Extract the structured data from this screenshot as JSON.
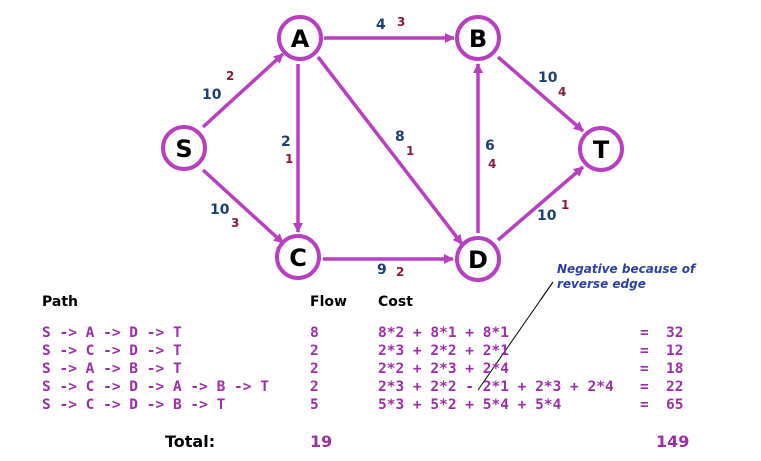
{
  "graph": {
    "nodes": [
      {
        "id": "S",
        "label": "S"
      },
      {
        "id": "A",
        "label": "A"
      },
      {
        "id": "B",
        "label": "B"
      },
      {
        "id": "C",
        "label": "C"
      },
      {
        "id": "D",
        "label": "D"
      },
      {
        "id": "T",
        "label": "T"
      }
    ],
    "edges": [
      {
        "from": "S",
        "to": "A",
        "capacity": "10",
        "cost": "2"
      },
      {
        "from": "S",
        "to": "C",
        "capacity": "10",
        "cost": "3"
      },
      {
        "from": "A",
        "to": "B",
        "capacity": "4",
        "cost": "3"
      },
      {
        "from": "A",
        "to": "C",
        "capacity": "2",
        "cost": "1"
      },
      {
        "from": "A",
        "to": "D",
        "capacity": "8",
        "cost": "1"
      },
      {
        "from": "B",
        "to": "T",
        "capacity": "10",
        "cost": "4"
      },
      {
        "from": "D",
        "to": "B",
        "capacity": "6",
        "cost": "4"
      },
      {
        "from": "C",
        "to": "D",
        "capacity": "9",
        "cost": "2"
      },
      {
        "from": "D",
        "to": "T",
        "capacity": "10",
        "cost": "1"
      }
    ]
  },
  "annotation": {
    "line1": "Negative because of",
    "line2": "reverse edge"
  },
  "table": {
    "headers": {
      "path": "Path",
      "flow": "Flow",
      "cost": "Cost"
    },
    "rows": [
      {
        "path": "S -> A -> D -> T",
        "flow": "8",
        "cost": "8*2 + 8*1 + 8*1",
        "eq": "=",
        "result": "32"
      },
      {
        "path": "S -> C -> D -> T",
        "flow": "2",
        "cost": "2*3 + 2*2 + 2*1",
        "eq": "=",
        "result": "12"
      },
      {
        "path": "S -> A -> B -> T",
        "flow": "2",
        "cost": "2*2 + 2*3 + 2*4",
        "eq": "=",
        "result": "18"
      },
      {
        "path": "S -> C -> D -> A -> B -> T",
        "flow": "2",
        "cost": "2*3 + 2*2 - 2*1 + 2*3 + 2*4",
        "eq": "=",
        "result": "22"
      },
      {
        "path": "S -> C -> D -> B -> T",
        "flow": "5",
        "cost": "5*3 + 5*2 + 5*4 + 5*4",
        "eq": "=",
        "result": "65"
      }
    ],
    "total_label": "Total:",
    "total_flow": "19",
    "total_cost": "149"
  },
  "colors": {
    "node_stroke": "#b83fc0",
    "capacity_text": "#1d3f6e",
    "cost_text": "#8a1a3a",
    "table_text": "#9b2fa6",
    "annotation_text": "#2c3fa8"
  }
}
